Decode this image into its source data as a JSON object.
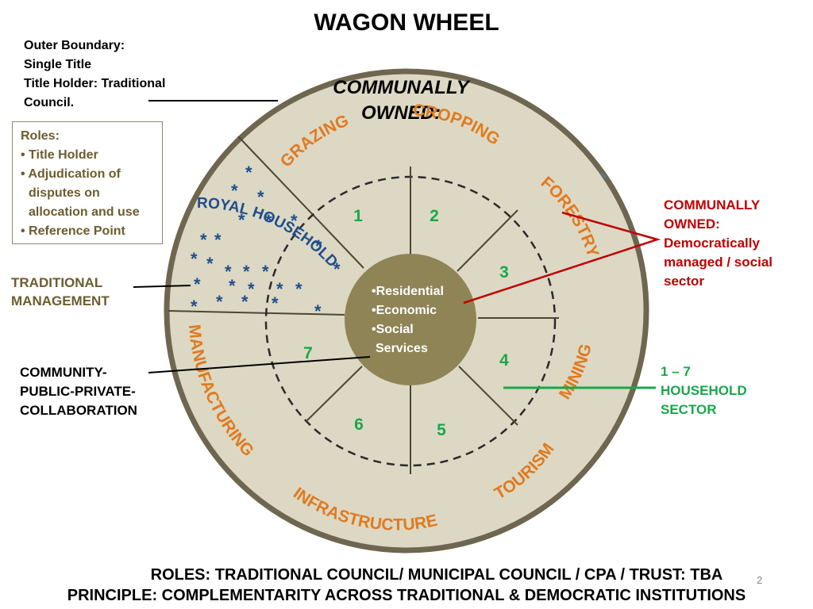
{
  "title": "WAGON WHEEL",
  "outer_boundary": [
    "Outer Boundary:",
    "Single Title",
    "Title Holder: Traditional",
    "Council."
  ],
  "roles_box": {
    "heading": "Roles:",
    "items": [
      "• Title Holder",
      "• Adjudication of disputes on allocation and use",
      "• Reference Point"
    ]
  },
  "traditional_management": [
    "TRADITIONAL",
    "MANAGEMENT"
  ],
  "community_ppc": [
    "COMMUNITY-",
    "PUBLIC-PRIVATE-",
    "COLLABORATION"
  ],
  "communally_owned_right": [
    "COMMUNALLY",
    "OWNED:",
    "Democratically",
    "managed / social",
    "sector"
  ],
  "household_sector": [
    "1 – 7",
    "HOUSEHOLD",
    "SECTOR"
  ],
  "wheel": {
    "communally_owned": [
      "COMMUNALLY",
      "OWNED:"
    ],
    "outer_labels": {
      "grazing": "GRAZING",
      "cropping": "CROPPING",
      "forestry": "FORESTRY",
      "mining": "MINING",
      "tourism": "TOURISM",
      "infrastructure": "INFRASTRUCTURE",
      "manufacturing": "MANUFACTURING"
    },
    "royal_household": "ROYAL HOUSEHOLD",
    "numbers": [
      "1",
      "2",
      "3",
      "4",
      "5",
      "6",
      "7"
    ],
    "hub": [
      "•Residential",
      "•Economic",
      "•Social",
      "Services"
    ]
  },
  "bottom": {
    "line1": "ROLES: TRADITIONAL COUNCIL/ MUNICIPAL  COUNCIL / CPA / TRUST: TBA",
    "line2": "PRINCIPLE: COMPLEMENTARITY  ACROSS TRADITIONAL & DEMOCRATIC INSTITUTIONS"
  },
  "page_number": "2",
  "colors": {
    "wheel_fill": "#ddd8c4",
    "rim": "#6f6650",
    "hub": "#8e8456",
    "orange_label": "#e07a1f",
    "royal_blue": "#1f4e8c",
    "number_green": "#18a84a",
    "red_callout": "#c00000"
  }
}
